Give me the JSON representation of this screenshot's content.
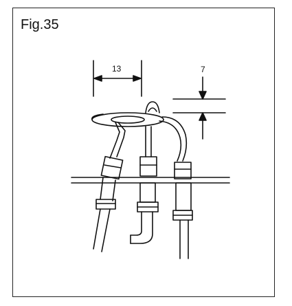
{
  "figure": {
    "label": "Fig.35",
    "dimensions": {
      "horizontal_gap": "13",
      "vertical_gap": "7"
    }
  }
}
